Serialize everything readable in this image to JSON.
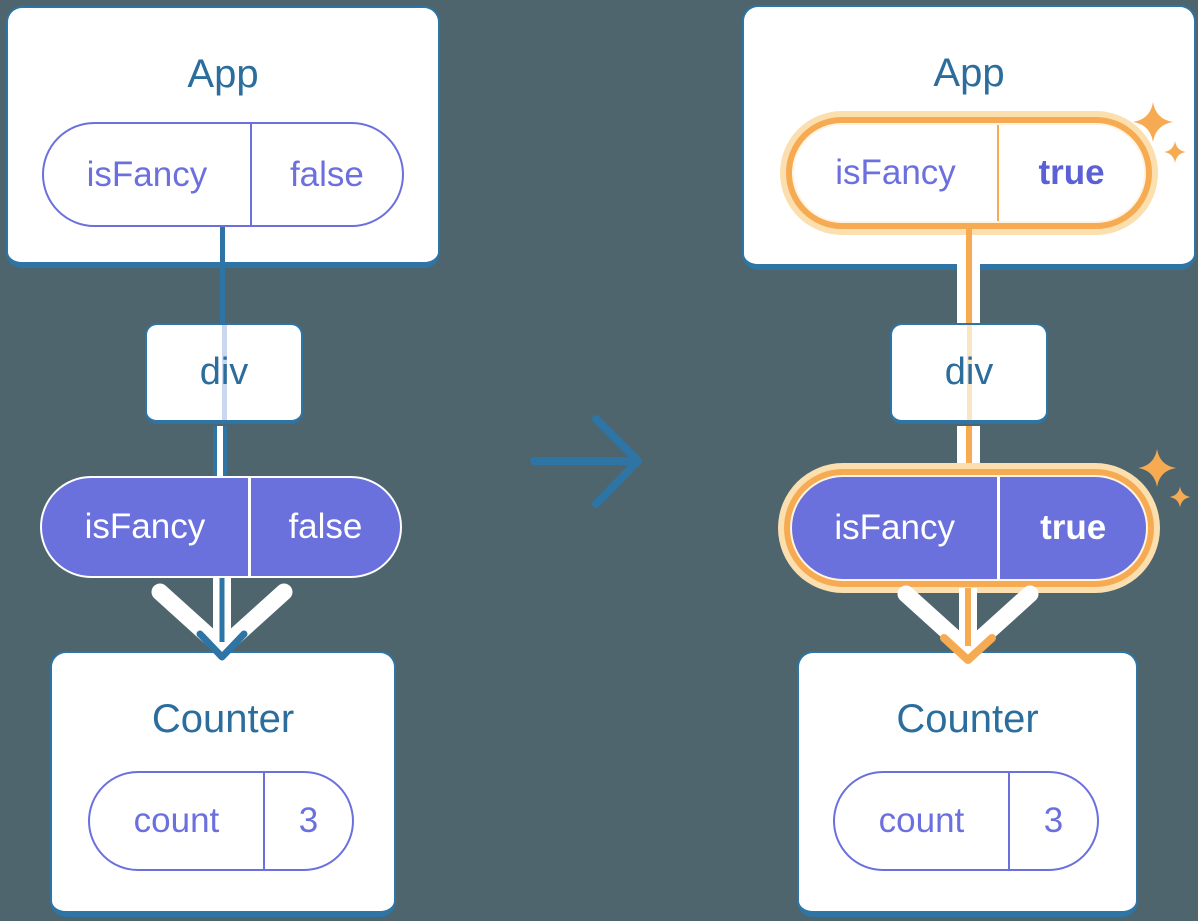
{
  "diagram_title": "React props flow: isFancy prop changes from false to true while Counter state is preserved",
  "colors": {
    "background": "#4E656D",
    "card_border_blue": "#2E74A4",
    "title_text_blue": "#2B6D9C",
    "pill_purple": "#6A70DC",
    "pill_purple_outline": "#6B70DE",
    "highlight_orange": "#F6AB53",
    "highlight_orange_halo": "#FBDFAF",
    "faint_pass_line_blue": "#CBD7EE",
    "faint_pass_line_orange": "#FAE6C5",
    "card_background": "#FFFFFF"
  },
  "icons": {
    "transition": "right-arrow-icon",
    "sparkle": "sparkle-icon",
    "flow_arrow": "down-arrow-icon",
    "emphasis_chevron": "white-chevron-icon"
  },
  "before": {
    "app": {
      "title": "App",
      "prop": {
        "name": "isFancy",
        "value": "false"
      }
    },
    "tree": {
      "div_label": "div"
    },
    "passed_prop": {
      "name": "isFancy",
      "value": "false"
    },
    "counter": {
      "title": "Counter",
      "state": {
        "name": "count",
        "value": "3"
      }
    }
  },
  "after": {
    "app": {
      "title": "App",
      "prop": {
        "name": "isFancy",
        "value": "true"
      }
    },
    "tree": {
      "div_label": "div"
    },
    "passed_prop": {
      "name": "isFancy",
      "value": "true"
    },
    "counter": {
      "title": "Counter",
      "state": {
        "name": "count",
        "value": "3"
      }
    }
  }
}
